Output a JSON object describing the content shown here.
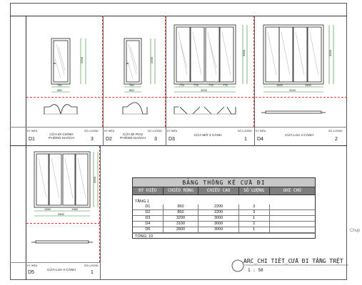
{
  "labels": {
    "ky_hieu": "KÝ HIỆU",
    "so_luong": "SỐ LƯỢNG"
  },
  "doors": [
    {
      "code": "D1",
      "name_line1": "CỬA ĐI CHÍNH",
      "name_line2": "PHÒNG KHÁCH",
      "qty": "3",
      "width_dim": "950",
      "inner_dim": "750",
      "height_dim": "2200"
    },
    {
      "code": "D2",
      "name_line1": "CỬA ĐI PHỤ",
      "name_line2": "PHÒNG KHÁCH",
      "qty": "3",
      "width_dim": "850",
      "inner_dim": "750",
      "height_dim": "2200"
    },
    {
      "code": "D3",
      "name_line1": "CỬA MỞ 4 CÁNH",
      "name_line2": "",
      "qty": "1",
      "width_dim": "3200",
      "panel_dims": [
        "775",
        "775",
        "775",
        "775"
      ],
      "height_dim": "3000"
    },
    {
      "code": "D4",
      "name_line1": "CỬA LÙA 4 CÁNH",
      "name_line2": "",
      "qty": "2",
      "width_dim": "3100",
      "panel_dims": [
        "1500",
        "1500"
      ],
      "height_dim": "3000"
    },
    {
      "code": "D5",
      "name_line1": "CỬA LÙA 4 CÁNH",
      "name_line2": "",
      "qty": "1",
      "width_dim": "2800",
      "panel_dims": [
        "1350",
        "1350"
      ],
      "height_dim": "3000"
    }
  ],
  "schedule": {
    "title": "BẢNG THỐNG KÊ CỬA ĐI",
    "headers": [
      "KÝ HIỆU",
      "CHIỀU RỘNG",
      "CHIỀU CAO",
      "SỐ LƯỢNG",
      "GHI CHÚ"
    ],
    "group": "TẦNG 1",
    "rows": [
      [
        "D1",
        "950",
        "2200",
        "3",
        ""
      ],
      [
        "D2",
        "850",
        "2200",
        "3",
        ""
      ],
      [
        "D3",
        "3200",
        "3000",
        "1",
        ""
      ],
      [
        "D4",
        "3100",
        "3000",
        "2",
        ""
      ],
      [
        "D5",
        "2800",
        "3000",
        "1",
        ""
      ]
    ],
    "total": "TỔNG: 10"
  },
  "drawing_title": "ARC_CHI TIẾT_CỬA ĐI TẦNG TRỆT",
  "scale": "1 : 50",
  "side_text": "Chụp"
}
